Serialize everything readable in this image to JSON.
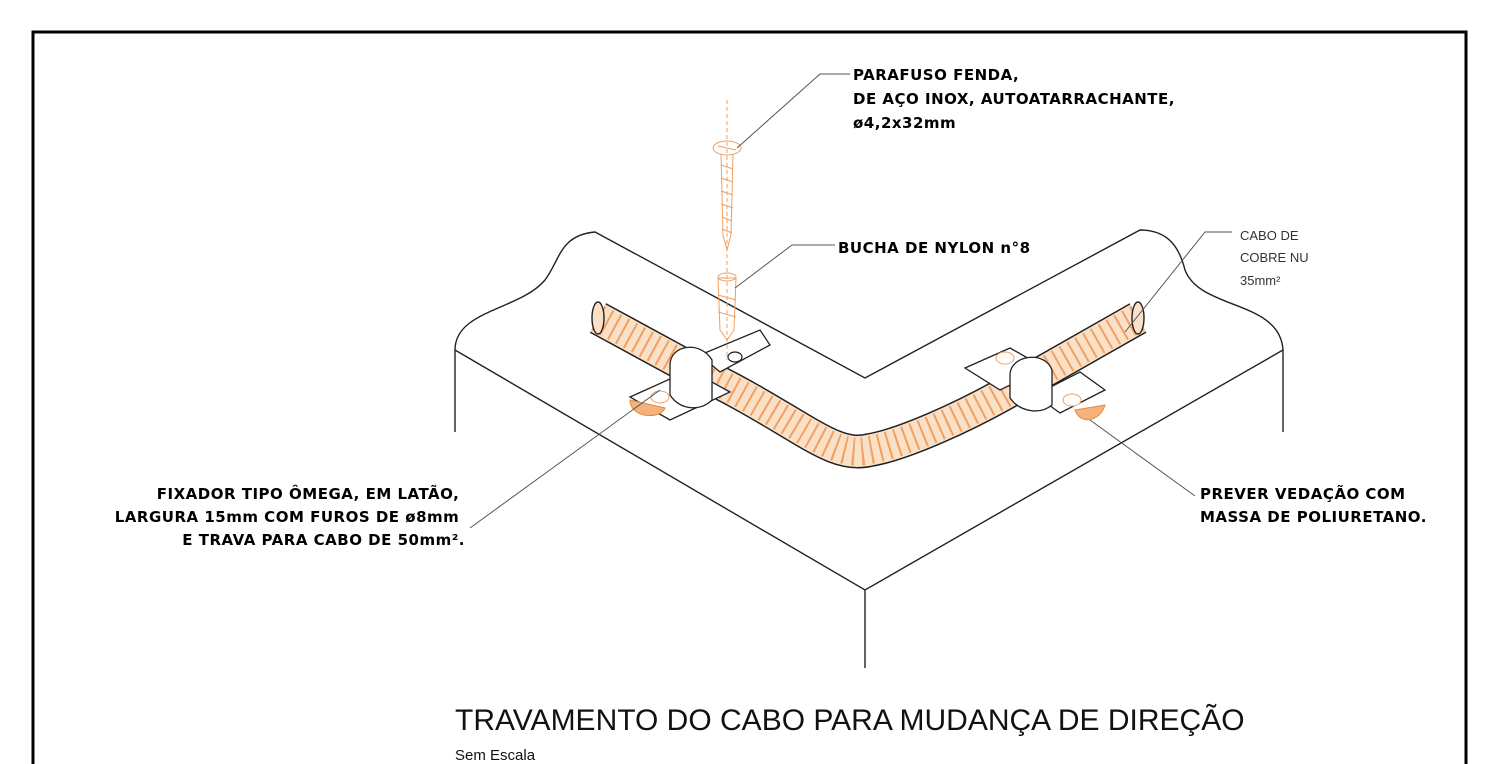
{
  "title": "TRAVAMENTO DO CABO PARA MUDANÇA DE DIREÇÃO",
  "subtitle": "Sem Escala",
  "colors": {
    "line": "#222222",
    "cable": "#f0a060",
    "sealant": "#f5b27a",
    "leader": "#555555"
  },
  "labels": {
    "screw": [
      "PARAFUSO FENDA,",
      "DE AÇO INOX, AUTOATARRACHANTE,",
      "ø4,2x32mm"
    ],
    "anchor": [
      "BUCHA DE NYLON n°8"
    ],
    "cable": [
      "CABO DE",
      "COBRE NU",
      "35mm²"
    ],
    "clamp": [
      "FIXADOR TIPO ÔMEGA, EM LATÃO,",
      "LARGURA 15mm COM FUROS DE ø8mm",
      "E TRAVA PARA CABO DE 50mm²."
    ],
    "sealant": [
      "PREVER VEDAÇÃO COM",
      "MASSA DE POLIURETANO."
    ]
  }
}
